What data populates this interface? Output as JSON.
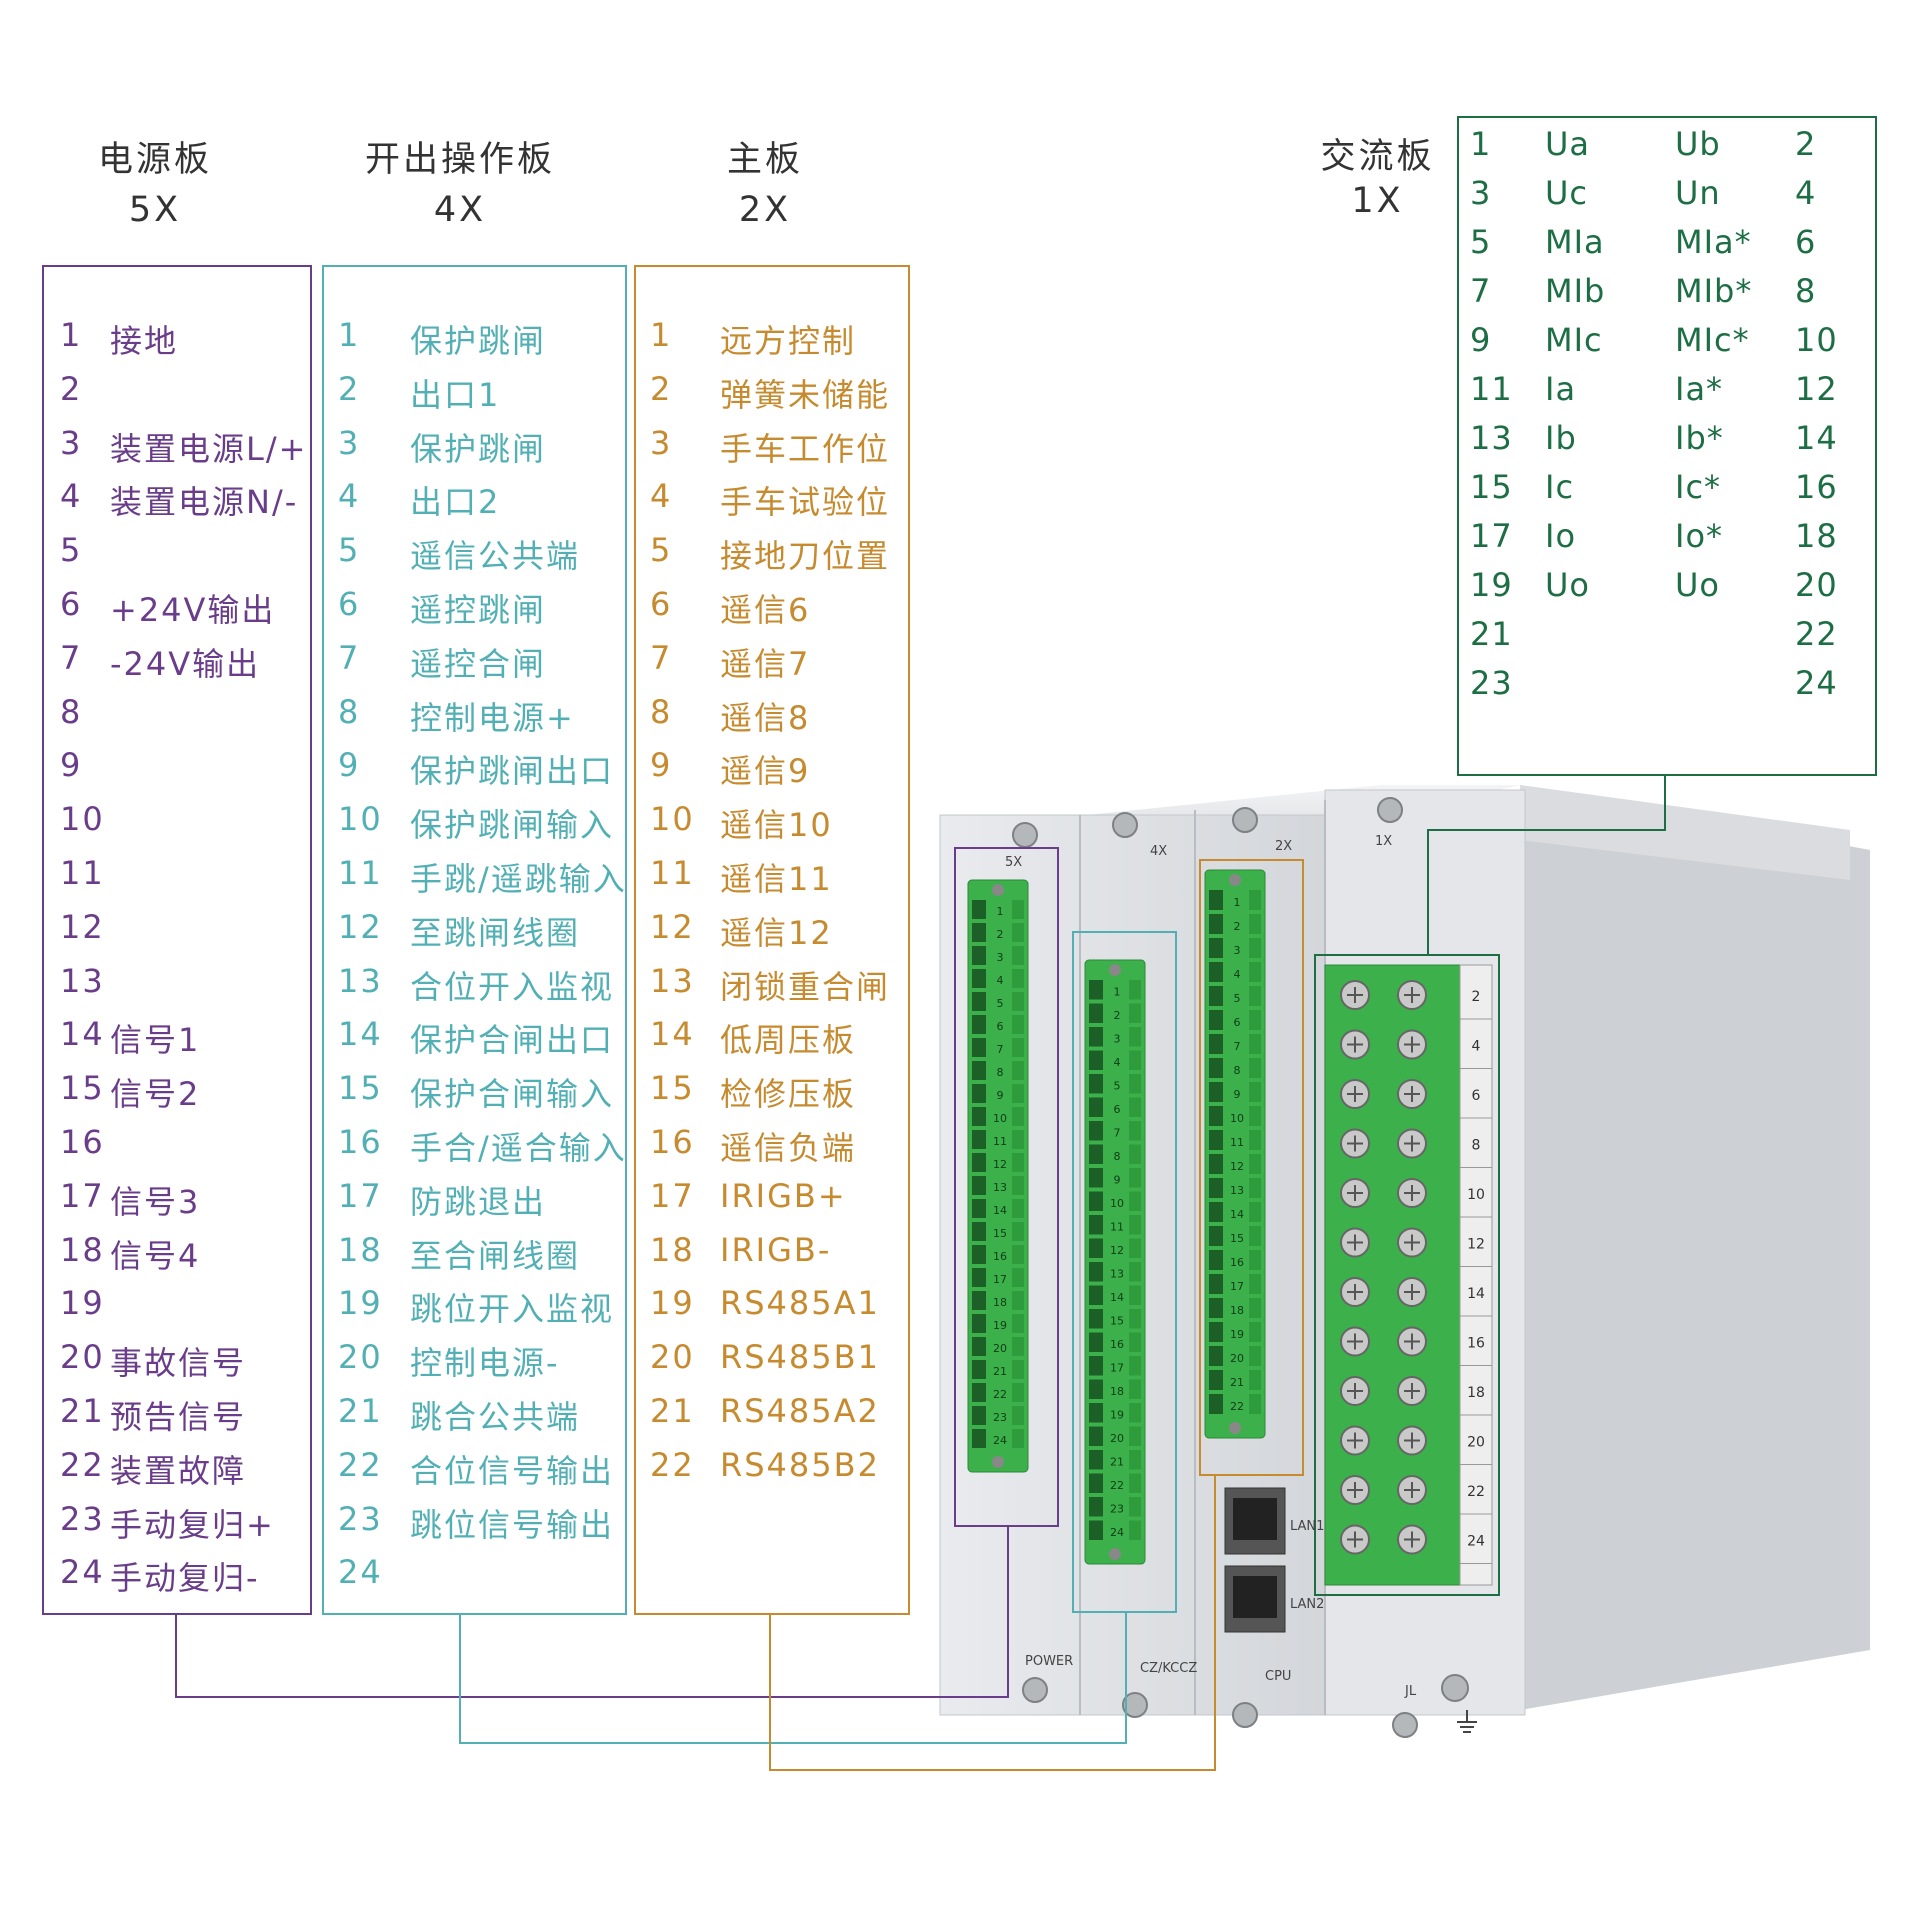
{
  "boards": {
    "b5": {
      "title": "电源板",
      "code": "5X",
      "rows": [
        [
          "1",
          "接地"
        ],
        [
          "2",
          ""
        ],
        [
          "3",
          "装置电源L/+"
        ],
        [
          "4",
          "装置电源N/-"
        ],
        [
          "5",
          ""
        ],
        [
          "6",
          "+24V输出"
        ],
        [
          "7",
          "-24V输出"
        ],
        [
          "8",
          ""
        ],
        [
          "9",
          ""
        ],
        [
          "10",
          ""
        ],
        [
          "11",
          ""
        ],
        [
          "12",
          ""
        ],
        [
          "13",
          ""
        ],
        [
          "14",
          "信号1"
        ],
        [
          "15",
          "信号2"
        ],
        [
          "16",
          ""
        ],
        [
          "17",
          "信号3"
        ],
        [
          "18",
          "信号4"
        ],
        [
          "19",
          ""
        ],
        [
          "20",
          "事故信号"
        ],
        [
          "21",
          "预告信号"
        ],
        [
          "22",
          "装置故障"
        ],
        [
          "23",
          "手动复归+"
        ],
        [
          "24",
          "手动复归-"
        ]
      ]
    },
    "b4": {
      "title": "开出操作板",
      "code": "4X",
      "rows": [
        [
          "1",
          "保护跳闸"
        ],
        [
          "2",
          "出口1"
        ],
        [
          "3",
          "保护跳闸"
        ],
        [
          "4",
          "出口2"
        ],
        [
          "5",
          "遥信公共端"
        ],
        [
          "6",
          "遥控跳闸"
        ],
        [
          "7",
          "遥控合闸"
        ],
        [
          "8",
          "控制电源+"
        ],
        [
          "9",
          "保护跳闸出口"
        ],
        [
          "10",
          "保护跳闸输入"
        ],
        [
          "11",
          "手跳/遥跳输入"
        ],
        [
          "12",
          "至跳闸线圈"
        ],
        [
          "13",
          "合位开入监视"
        ],
        [
          "14",
          "保护合闸出口"
        ],
        [
          "15",
          "保护合闸输入"
        ],
        [
          "16",
          "手合/遥合输入"
        ],
        [
          "17",
          "防跳退出"
        ],
        [
          "18",
          "至合闸线圈"
        ],
        [
          "19",
          "跳位开入监视"
        ],
        [
          "20",
          "控制电源-"
        ],
        [
          "21",
          "跳合公共端"
        ],
        [
          "22",
          "合位信号输出"
        ],
        [
          "23",
          "跳位信号输出"
        ],
        [
          "24",
          ""
        ]
      ]
    },
    "b2": {
      "title": "主板",
      "code": "2X",
      "rows": [
        [
          "1",
          "远方控制"
        ],
        [
          "2",
          "弹簧未储能"
        ],
        [
          "3",
          "手车工作位"
        ],
        [
          "4",
          "手车试验位"
        ],
        [
          "5",
          "接地刀位置"
        ],
        [
          "6",
          "遥信6"
        ],
        [
          "7",
          "遥信7"
        ],
        [
          "8",
          "遥信8"
        ],
        [
          "9",
          "遥信9"
        ],
        [
          "10",
          "遥信10"
        ],
        [
          "11",
          "遥信11"
        ],
        [
          "12",
          "遥信12"
        ],
        [
          "13",
          "闭锁重合闸"
        ],
        [
          "14",
          "低周压板"
        ],
        [
          "15",
          "检修压板"
        ],
        [
          "16",
          "遥信负端"
        ],
        [
          "17",
          "IRIGB+"
        ],
        [
          "18",
          "IRIGB-"
        ],
        [
          "19",
          "RS485A1"
        ],
        [
          "20",
          "RS485B1"
        ],
        [
          "21",
          "RS485A2"
        ],
        [
          "22",
          "RS485B2"
        ]
      ]
    },
    "b1": {
      "title": "交流板",
      "code": "1X",
      "rows": [
        [
          "1",
          "Ua",
          "Ub",
          "2"
        ],
        [
          "3",
          "Uc",
          "Un",
          "4"
        ],
        [
          "5",
          "MIa",
          "MIa*",
          "6"
        ],
        [
          "7",
          "MIb",
          "MIb*",
          "8"
        ],
        [
          "9",
          "MIc",
          "MIc*",
          "10"
        ],
        [
          "11",
          "Ia",
          "Ia*",
          "12"
        ],
        [
          "13",
          "Ib",
          "Ib*",
          "14"
        ],
        [
          "15",
          "Ic",
          "Ic*",
          "16"
        ],
        [
          "17",
          "Io",
          "Io*",
          "18"
        ],
        [
          "19",
          "Uo",
          "Uo",
          "20"
        ],
        [
          "21",
          "",
          "",
          "22"
        ],
        [
          "23",
          "",
          "",
          "24"
        ]
      ]
    }
  },
  "device": {
    "slot_labels": [
      "5X",
      "4X",
      "2X",
      "1X"
    ],
    "terminal_numbers_even": [
      "2",
      "4",
      "6",
      "8",
      "10",
      "12",
      "14",
      "16",
      "18",
      "20",
      "22",
      "24"
    ],
    "ports": [
      "LAN1",
      "LAN2"
    ],
    "bottom_labels": [
      "POWER",
      "CZ/KCCZ",
      "CPU",
      "JL"
    ]
  },
  "colors": {
    "b5": "#6a3d8a",
    "b4": "#52b0b5",
    "b2": "#c68a2f",
    "b1": "#1d6e45",
    "terminal": "#3cb04a"
  }
}
